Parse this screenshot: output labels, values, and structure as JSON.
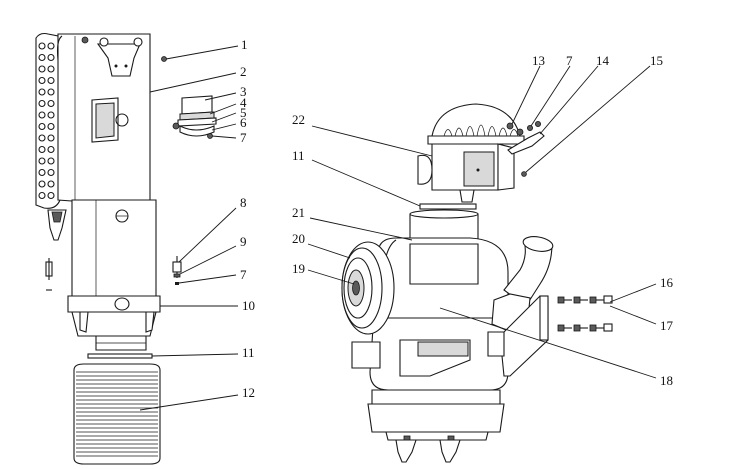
{
  "callouts": [
    {
      "id": "c1",
      "label": "1"
    },
    {
      "id": "c2",
      "label": "2"
    },
    {
      "id": "c3",
      "label": "3"
    },
    {
      "id": "c4",
      "label": "4"
    },
    {
      "id": "c5",
      "label": "5"
    },
    {
      "id": "c6",
      "label": "6"
    },
    {
      "id": "c7a",
      "label": "7"
    },
    {
      "id": "c8",
      "label": "8"
    },
    {
      "id": "c9",
      "label": "9"
    },
    {
      "id": "c7b",
      "label": "7"
    },
    {
      "id": "c10",
      "label": "10"
    },
    {
      "id": "c11a",
      "label": "11"
    },
    {
      "id": "c12",
      "label": "12"
    },
    {
      "id": "c13",
      "label": "13"
    },
    {
      "id": "c7c",
      "label": "7"
    },
    {
      "id": "c14",
      "label": "14"
    },
    {
      "id": "c15",
      "label": "15"
    },
    {
      "id": "c22",
      "label": "22"
    },
    {
      "id": "c11b",
      "label": "11"
    },
    {
      "id": "c21",
      "label": "21"
    },
    {
      "id": "c20",
      "label": "20"
    },
    {
      "id": "c19",
      "label": "19"
    },
    {
      "id": "c16",
      "label": "16"
    },
    {
      "id": "c17",
      "label": "17"
    },
    {
      "id": "c18",
      "label": "18"
    }
  ]
}
